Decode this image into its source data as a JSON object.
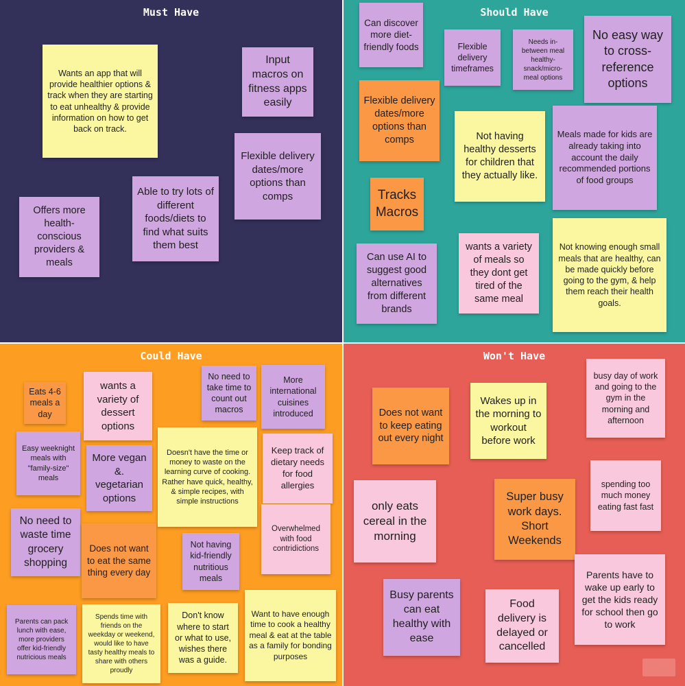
{
  "colors": {
    "must_bg": "#33305a",
    "should_bg": "#2da59b",
    "could_bg": "#fd9d22",
    "wont_bg": "#e65e55",
    "divider": "#ffffff"
  },
  "quadrants": {
    "must": {
      "title": "Must Have",
      "notes": [
        "Wants an app that will provide healthier options & track when they are starting to eat unhealthy & provide information on how to get back on track.",
        "Input macros on fitness apps easily",
        "Flexible delivery dates/more options than comps",
        "Able to try lots of different foods/diets to find what suits them best",
        "Offers more health-conscious providers & meals"
      ]
    },
    "should": {
      "title": "Should Have",
      "notes": [
        "Can discover more diet-friendly foods",
        "Flexible delivery timeframes",
        "Needs in-between meal healthy-snack/micro-meal options",
        "No easy way to cross-reference options",
        "Flexible delivery dates/more options than comps",
        "Not having healthy desserts for children that they actually like.",
        "Meals made for kids are already taking into account the daily recommended portions of food groups",
        "Tracks Macros",
        "Can use AI to suggest good alternatives from different brands",
        "wants a variety of meals so they dont get tired of the same meal",
        "Not knowing enough small meals that are healthy, can be made quickly before going to the gym, & help them reach their health goals."
      ]
    },
    "could": {
      "title": "Could Have",
      "notes": [
        "Eats 4-6 meals a day",
        "wants a variety of dessert options",
        "No need to take time to count out macros",
        "More international cuisines introduced",
        "Easy weeknight meals with \"family-size\" meals",
        "More vegan &. vegetarian options",
        "Doesn't have the time or money to waste on the learning curve of cooking. Rather have quick, healthy, & simple recipes, with simple instructions",
        "Keep track of dietary needs for food allergies",
        "No need to waste time grocery shopping",
        "Does not want to eat the same thing every day",
        "Not having kid-friendly nutritious meals",
        "Overwhelmed with food contridictions",
        "Parents can pack lunch with ease, more providers offer kid-friendly nutricious meals",
        "Spends time with friends on the weekday or weekend, would like to have tasty healthy meals to share with others proudly",
        "Don't know where to start or what to use, wishes there was a guide.",
        "Want to have enough time to cook a healthy meal & eat at the table as a family for bonding purposes"
      ]
    },
    "wont": {
      "title": "Won't Have",
      "notes": [
        "Does not want to keep eating out every night",
        "Wakes up in the morning to workout before work",
        "busy day of work and going to the gym in the morning and afternoon",
        "only eats cereal in the morning",
        "Super busy work days. Short Weekends",
        "spending too much money eating fast fast",
        "Parents have to wake up early to get the kids ready for school then go to work",
        "Busy parents can eat healthy with ease",
        "Food delivery is delayed or cancelled"
      ]
    }
  }
}
